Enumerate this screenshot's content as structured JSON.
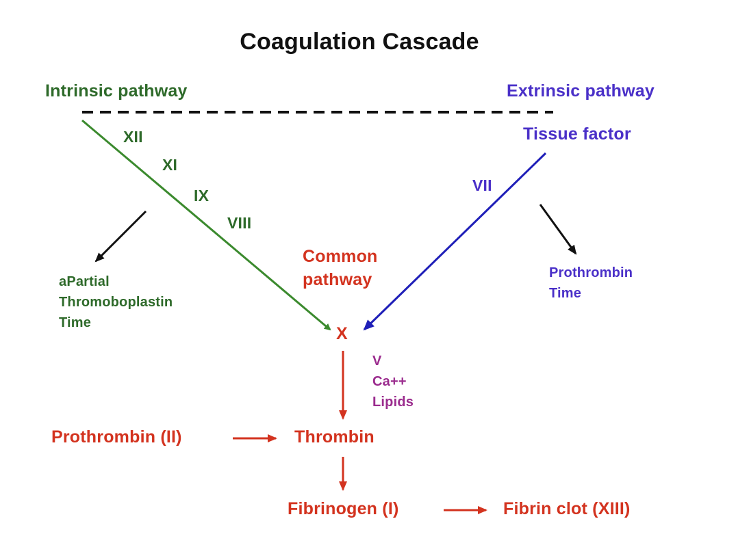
{
  "title": "Coagulation Cascade",
  "colors": {
    "intrinsic": "#2e6a2a",
    "intrinsic_arrow": "#3b8a2e",
    "extrinsic": "#4a30c8",
    "extrinsic_arrow": "#1f1fb8",
    "common": "#d3331f",
    "cofactor": "#9b2c8e",
    "test_arrow": "#111111",
    "dashed_line": "#111111"
  },
  "intrinsic": {
    "label": "Intrinsic pathway",
    "factors": [
      "XII",
      "XI",
      "IX",
      "VIII"
    ],
    "test": "aPartial\nThromoboplastin\nTime"
  },
  "extrinsic": {
    "label": "Extrinsic pathway",
    "source": "Tissue factor",
    "factor": "VII",
    "test": "Prothrombin\nTime"
  },
  "common": {
    "label": "Common\npathway",
    "factor_x": "X",
    "cofactors": "V\nCa++\nLipids",
    "prothrombin": "Prothrombin (II)",
    "thrombin": "Thrombin",
    "fibrinogen": "Fibrinogen (I)",
    "fibrin_clot": "Fibrin clot (XIII)"
  }
}
